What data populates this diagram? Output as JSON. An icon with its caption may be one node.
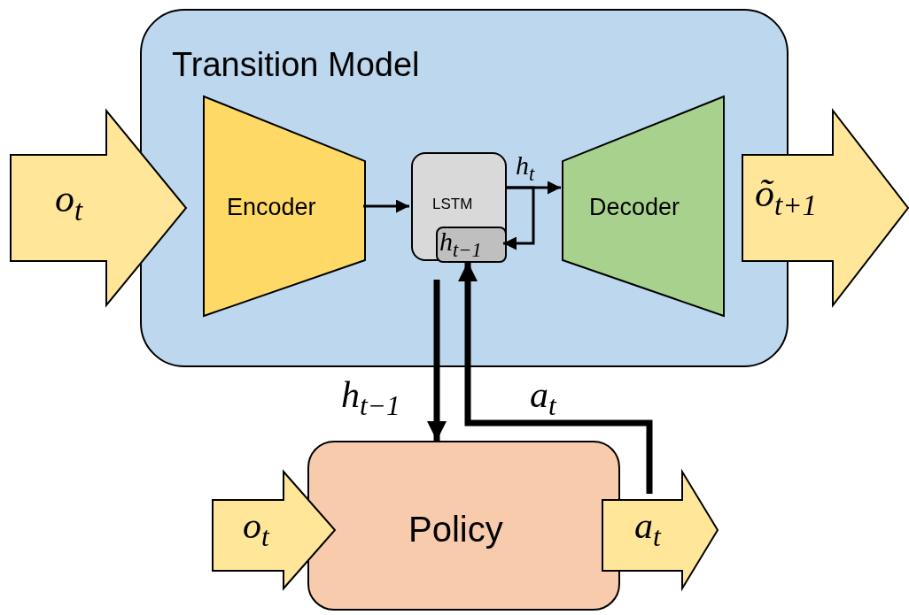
{
  "diagram": {
    "nodes": [
      {
        "text": [
          "Transition Model"
        ]
      },
      {
        "text": [
          "o$_{t}$"
        ]
      },
      {
        "text": [
          "Encoder"
        ],
        "in": 0
      },
      {
        "text": [
          "LSTM"
        ],
        "in": 0
      },
      {
        "text": [
          "h$_{t−1}$"
        ],
        "in": 3
      },
      {
        "text": [
          "Decoder"
        ],
        "in": 0
      },
      {
        "text": [
          "õ$_{t+1}$"
        ]
      },
      {
        "text": [
          "Policy"
        ]
      },
      {
        "text": [
          "o$_{t}$"
        ]
      },
      {
        "text": [
          "a$_{t}$"
        ]
      }
    ],
    "edges": [
      {
        "from": 2,
        "to": 3,
        "arrow": "to"
      },
      {
        "from": 3,
        "to": 5,
        "arrow": "to",
        "label": "h$_{t}$"
      },
      {
        "from": 3,
        "to": 4,
        "arrow": "to"
      },
      {
        "from": 3,
        "to": 7,
        "arrow": "to",
        "label": "h$_{t−1}$",
        "style": "thick"
      },
      {
        "from": 9,
        "to": 3,
        "arrow": "to",
        "label": "a$_{t}$",
        "style": "thick"
      }
    ]
  }
}
